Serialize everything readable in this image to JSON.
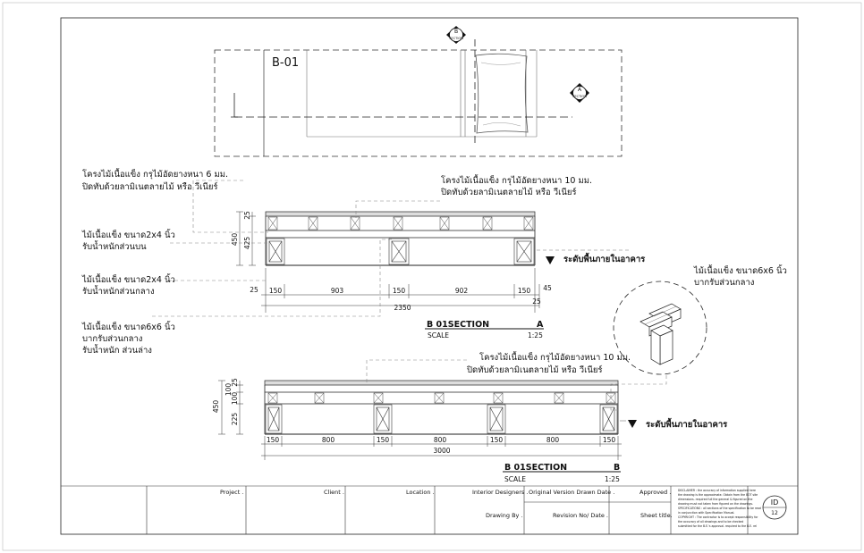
{
  "plan": {
    "title": "B-01",
    "section_b_tag": "B",
    "section_a_tag": "A",
    "section_word": "SECTION"
  },
  "notes": {
    "top_frame_l1": "โครงไม้เนื้อแข็ง กรุไม้อัดยางหนา 6 มม.",
    "top_frame_l2": "ปิดทับด้วยลามิเนตลายไม้ หรือ วีเนียร์",
    "mid_frame_l1": "โครงไม้เนื้อแข็ง กรุไม้อัดยางหนา 10 มม.",
    "mid_frame_l2": "ปิดทับด้วยลามิเนตลายไม้ หรือ วีเนียร์",
    "wood2x4_a_l1": "ไม้เนื้อแข็ง ขนาด2x4 นิ้ว",
    "wood2x4_a_l2": "รับน้ำหนักส่วนบน",
    "wood2x4_b_l1": "ไม้เนื้อแข็ง ขนาด2x4 นิ้ว",
    "wood2x4_b_l2": "รับน้ำหนักส่วนกลาง",
    "wood6x6_l1": "ไม้เนื้อแข็ง ขนาด6x6 นิ้ว",
    "wood6x6_l2": "บากรับส่วนกลาง",
    "wood6x6_l3": "รับน้ำหนัก ส่วนล่าง",
    "detail6x6_l1": "ไม้เนื้อแข็ง ขนาด6x6 นิ้ว",
    "detail6x6_l2": "บากรับส่วนกลาง",
    "lower_frame_l1": "โครงไม้เนื้อแข็ง กรุไม้อัดยางหนา 10 มม.",
    "lower_frame_l2": "ปิดทับด้วยลามิเนตลายไม้ หรือ วีเนียร์",
    "floor_level_a": "ระดับพื้นภายในอาคาร",
    "floor_level_b": "ระดับพื้นภายในอาคาร"
  },
  "section_a": {
    "title": "B 01SECTION",
    "tag": "A",
    "scale_label": "SCALE",
    "scale": "1:25",
    "dims_h": [
      "25",
      "150",
      "903",
      "150",
      "902",
      "150",
      "45"
    ],
    "dim_extra": "25",
    "overall": "2350",
    "dims_v": [
      "25",
      "425",
      "450"
    ]
  },
  "section_b": {
    "title": "B 01SECTION",
    "tag": "B",
    "scale_label": "SCALE",
    "scale": "1:25",
    "dims_h": [
      "150",
      "800",
      "150",
      "800",
      "150",
      "800",
      "150"
    ],
    "overall": "3000",
    "dims_v": [
      "25",
      "100",
      "100",
      "225",
      "450"
    ]
  },
  "title_block": {
    "project": "Project .",
    "client": "Client .",
    "location": "Location .",
    "interior_designers": "Interior Designers .",
    "original_version": "Original Version Drawn Date .",
    "approved": "Approved .",
    "drawing_by": "Drawing By .",
    "revision": "Revision No/ Date .",
    "sheet_title": "Sheet title.",
    "disclaimer": [
      "DISCLAIMER : the accuracy of information supplied here",
      "the drawing is the approximate. Obtain from the BOT site",
      "dimensions. required full the general & figured on the",
      "drawing must not taken from figured on the drawings.",
      "SPECIFICATIONS : all sections of the specification to be read",
      "in conjunction with Specification Manual.",
      "COPYRIGHT : The contractor is to accept responsibility for",
      "the accuracy of all drawings and to be checked",
      "submitted for the B.E.'s approval. required to the B.E. rel"
    ],
    "id_label": "ID",
    "id_number": "12"
  }
}
